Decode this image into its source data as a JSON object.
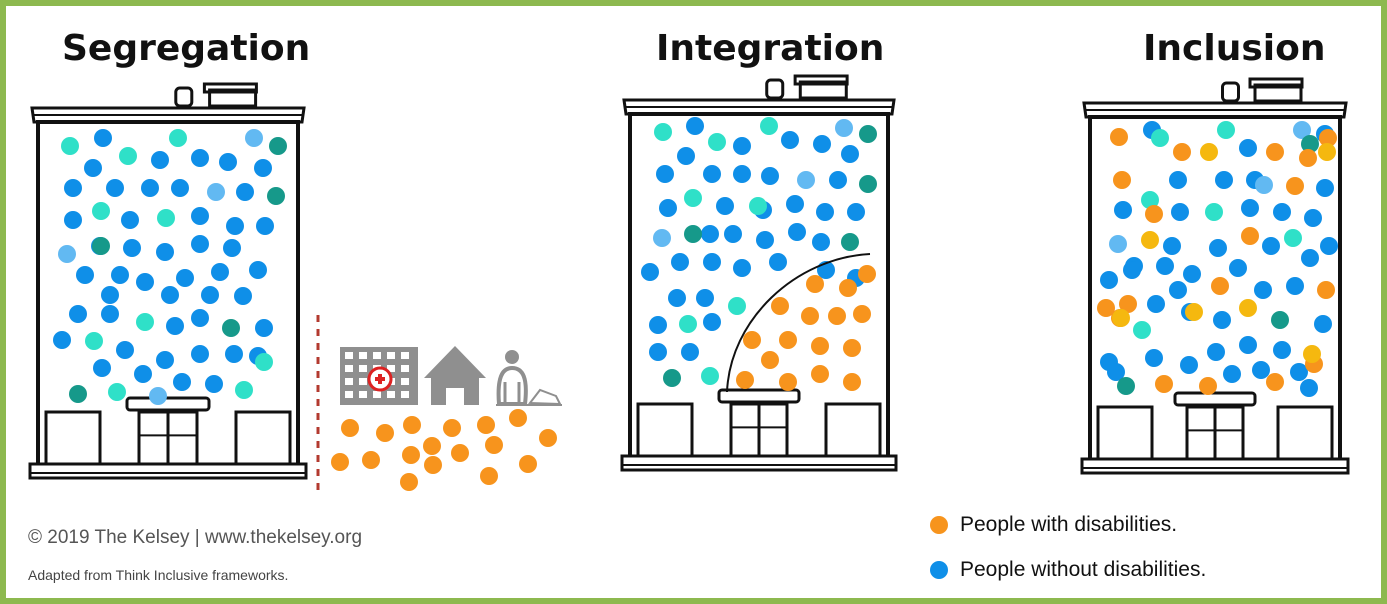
{
  "titles": {
    "segregation": "Segregation",
    "integration": "Integration",
    "inclusion": "Inclusion"
  },
  "footer": {
    "credit": "© 2019 The Kelsey | www.thekelsey.org",
    "adapted": "Adapted from Think Inclusive frameworks."
  },
  "legend": {
    "with_disabilities": "People with disabilities.",
    "without_disabilities": "People without disabilities."
  },
  "colors": {
    "frame": "#8db94f",
    "orange": "#f7941d",
    "yellow": "#f5b80f",
    "blue": "#0f8fe8",
    "light_blue": "#62b9f2",
    "teal": "#2fe0c8",
    "dark_teal": "#16998a",
    "red_dashes": "#b33a2f",
    "icon_gray": "#8f8f8f"
  },
  "icons": [
    "hospital-icon",
    "house-icon",
    "homeless-person-icon"
  ]
}
